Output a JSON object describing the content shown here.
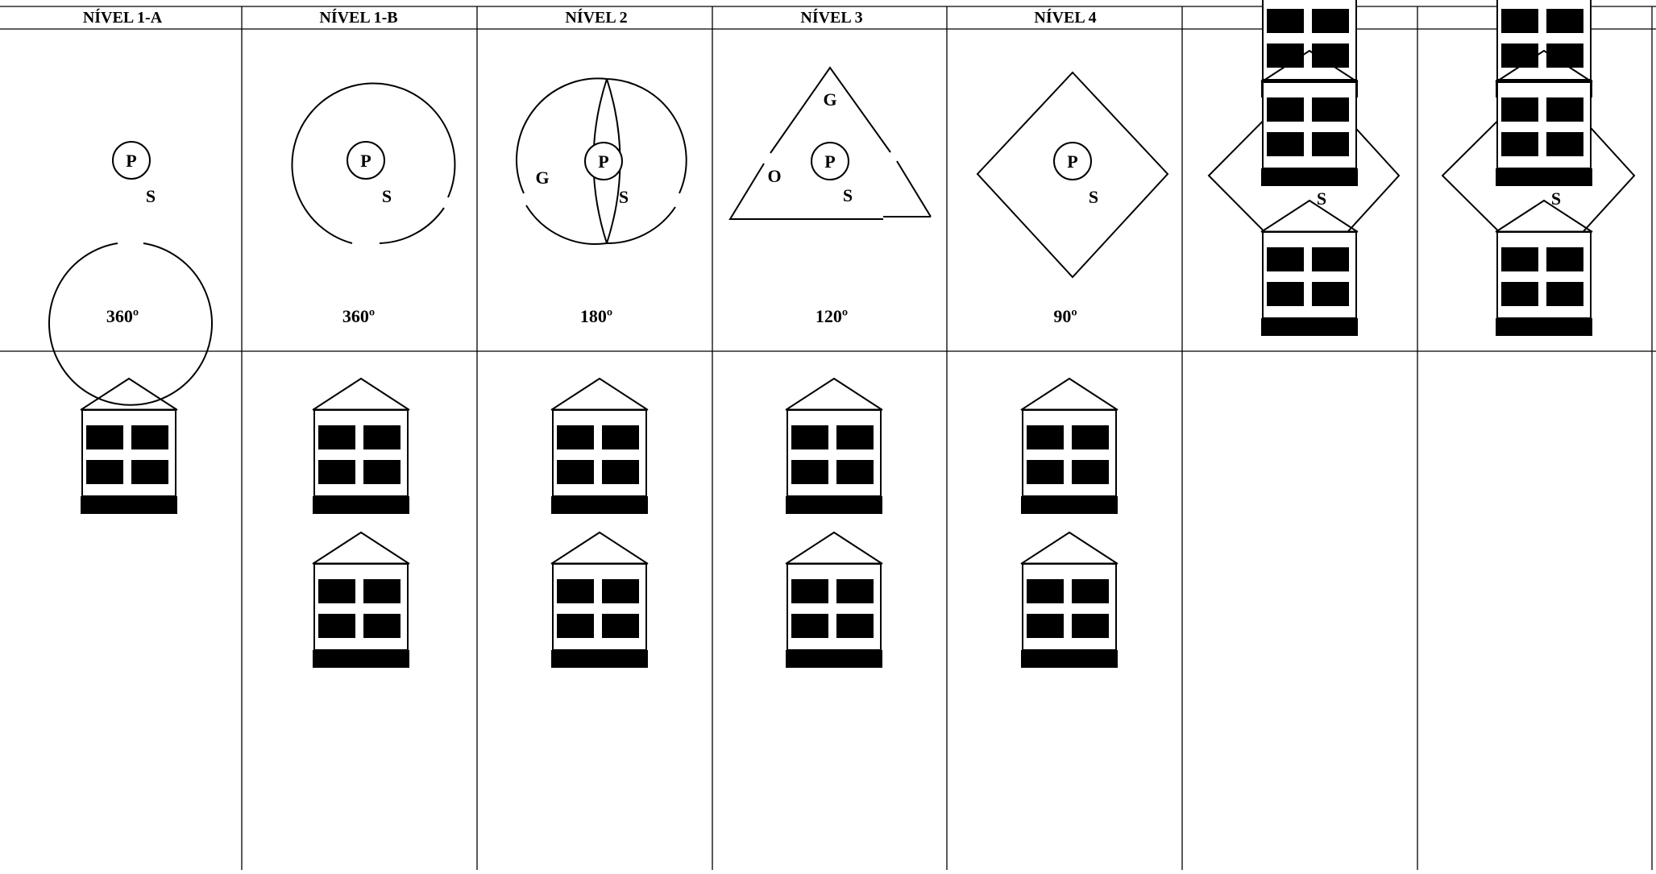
{
  "columns": [
    {
      "header": "NÍVEL 1-A",
      "angle": "360º"
    },
    {
      "header": "NÍVEL 1-B",
      "angle": "360º"
    },
    {
      "header": "NÍVEL 2",
      "angle": "180º"
    },
    {
      "header": "NÍVEL 3",
      "angle": "120º"
    },
    {
      "header": "NÍVEL 4",
      "angle": "90º"
    },
    {
      "header": "",
      "angle": ""
    },
    {
      "header": "",
      "angle": ""
    }
  ],
  "labels": {
    "p": "P",
    "s": "S",
    "g": "G",
    "o": "O"
  },
  "colors": {
    "line": "#000000",
    "background": "#ffffff"
  }
}
